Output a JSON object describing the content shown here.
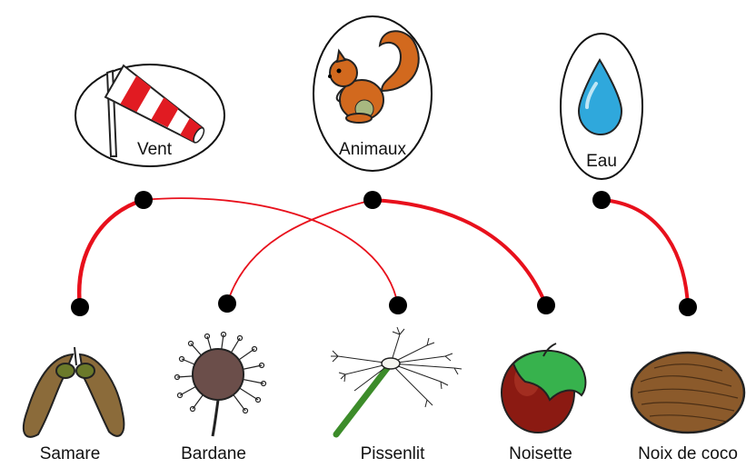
{
  "agents": [
    {
      "id": "vent",
      "label": "Vent",
      "icon": "windsock-icon"
    },
    {
      "id": "animaux",
      "label": "Animaux",
      "icon": "squirrel-icon"
    },
    {
      "id": "eau",
      "label": "Eau",
      "icon": "water-drop-icon"
    }
  ],
  "seeds": [
    {
      "id": "samare",
      "label": "Samare",
      "icon": "samara-seed-icon"
    },
    {
      "id": "bardane",
      "label": "Bardane",
      "icon": "burdock-icon"
    },
    {
      "id": "pissenlit",
      "label": "Pissenlit",
      "icon": "dandelion-icon"
    },
    {
      "id": "noisette",
      "label": "Noisette",
      "icon": "hazelnut-icon"
    },
    {
      "id": "noix",
      "label": "Noix de coco",
      "icon": "coconut-icon"
    }
  ],
  "links": [
    {
      "from": "vent",
      "to": "samare"
    },
    {
      "from": "vent",
      "to": "pissenlit"
    },
    {
      "from": "animaux",
      "to": "bardane"
    },
    {
      "from": "animaux",
      "to": "noisette"
    },
    {
      "from": "eau",
      "to": "noix"
    }
  ],
  "colors": {
    "link": "#e8101c",
    "dot": "#000000"
  }
}
